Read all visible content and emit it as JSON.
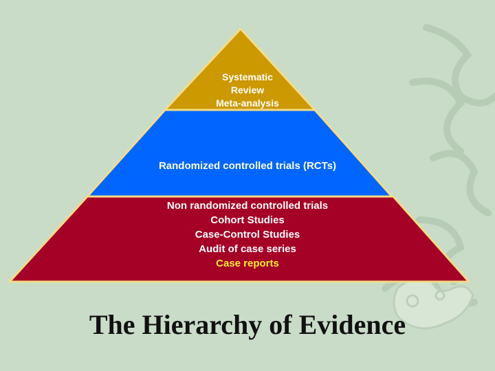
{
  "colors": {
    "background": "#c9dcc8",
    "tier_top": "#cc9900",
    "tier_middle": "#0066ff",
    "tier_bottom": "#a50026",
    "outline": "#f5dc86",
    "text": "#ffffff",
    "highlight_text": "#ffee33",
    "title": "#111111"
  },
  "title": "The Hierarchy of Evidence",
  "pyramid": {
    "top": {
      "lines": [
        "Systematic",
        "Review",
        "Meta-analysis"
      ]
    },
    "middle": {
      "lines": [
        "Randomized controlled trials (RCTs)"
      ]
    },
    "bottom": {
      "lines": [
        "Non randomized controlled trials",
        "Cohort Studies",
        "Case-Control Studies",
        "Audit of case series"
      ],
      "highlight_line": "Case reports"
    }
  },
  "decoration": "dragon-ornament-watermark"
}
